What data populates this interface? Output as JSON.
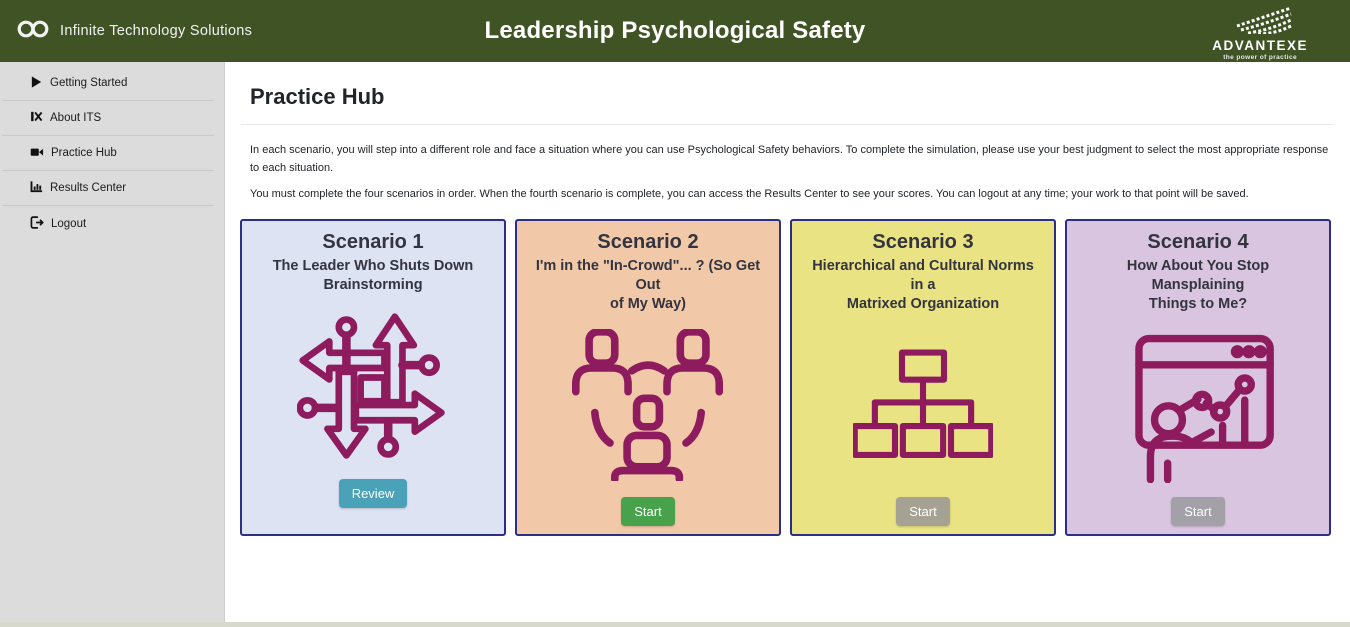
{
  "header": {
    "bg_color": "#3f5324",
    "logo_text": "Infinite Technology Solutions",
    "title": "Leadership Psychological Safety",
    "brand_name": "ADVANTEXE",
    "brand_tagline": "the power of practice"
  },
  "sidebar": {
    "items": [
      {
        "label": "Getting Started",
        "icon": "play-icon"
      },
      {
        "label": "About ITS",
        "icon": "script-icon"
      },
      {
        "label": "Practice Hub",
        "icon": "video-icon"
      },
      {
        "label": "Results Center",
        "icon": "bar-chart-icon"
      },
      {
        "label": "Logout",
        "icon": "logout-icon"
      }
    ]
  },
  "main": {
    "title": "Practice Hub",
    "intro_1": "In each scenario, you will step into a different role and face a situation where you can use Psychological Safety behaviors. To complete the simulation, please use your best judgment to select the most appropriate response to each situation.",
    "intro_2": "You must complete the four scenarios in order. When the fourth scenario is complete, you can access the Results Center to see your scores. You can logout at any time; your work to that point will be saved."
  },
  "cards": [
    {
      "title": "Scenario 1",
      "subtitle": [
        "The Leader Who Shuts Down",
        "Brainstorming"
      ],
      "icon": "crossroads-arrows-icon",
      "bg_color": "#dde3f3",
      "border_color": "#2d2f86",
      "button": {
        "label": "Review",
        "color": "#4aa2b9",
        "enabled": true
      }
    },
    {
      "title": "Scenario 2",
      "subtitle": [
        "I'm in the \"In-Crowd\"... ? (So Get",
        "Out",
        "of My Way)"
      ],
      "icon": "group-people-icon",
      "bg_color": "#f1c9a8",
      "border_color": "#2d2f86",
      "button": {
        "label": "Start",
        "color": "#48a24c",
        "enabled": true
      }
    },
    {
      "title": "Scenario 3",
      "subtitle": [
        "Hierarchical and Cultural Norms",
        "in a",
        "Matrixed Organization"
      ],
      "icon": "org-chart-icon",
      "bg_color": "#e9e384",
      "border_color": "#2d2f86",
      "button": {
        "label": "Start",
        "color": "#a5a294",
        "enabled": false
      }
    },
    {
      "title": "Scenario 4",
      "subtitle": [
        "How About You Stop",
        "Mansplaining",
        "Things to Me?"
      ],
      "icon": "presentation-chart-icon",
      "bg_color": "#d9c5df",
      "border_color": "#2d2f86",
      "button": {
        "label": "Start",
        "color": "#a3a0a8",
        "enabled": false
      }
    }
  ],
  "colors": {
    "scenario_icon": "#8e1b5e"
  }
}
